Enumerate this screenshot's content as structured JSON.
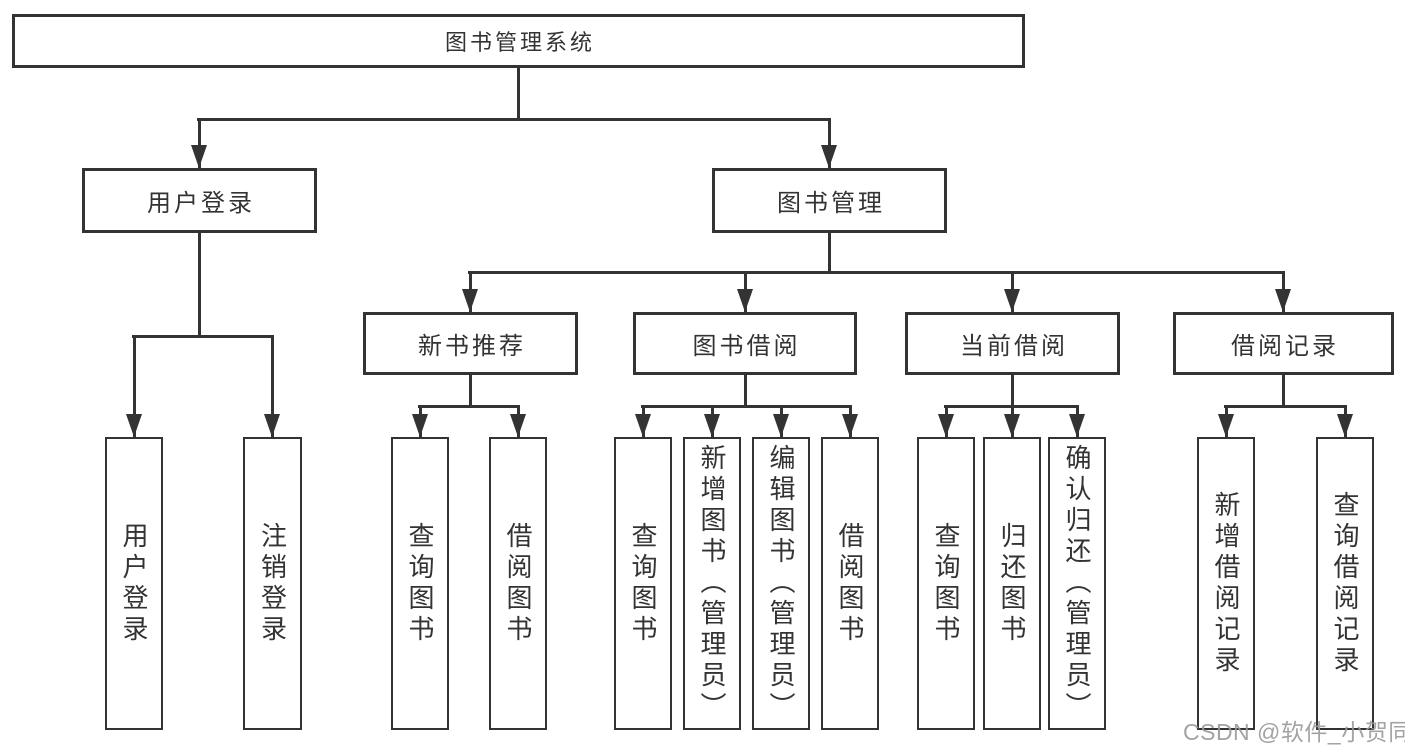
{
  "diagram": {
    "type": "tree",
    "title": "图书管理系统",
    "colors": {
      "line": "#333333",
      "text": "#333333",
      "box_bg": "#ffffff",
      "background": "#ffffff",
      "watermark": "#9a9a9a"
    },
    "root": {
      "label": "图书管理系统"
    },
    "branches": [
      {
        "label": "用户登录",
        "children": [
          {
            "label": "用户登录"
          },
          {
            "label": "注销登录"
          }
        ]
      },
      {
        "label": "图书管理",
        "children": [
          {
            "label": "新书推荐",
            "children": [
              {
                "label": "查询图书"
              },
              {
                "label": "借阅图书"
              }
            ]
          },
          {
            "label": "图书借阅",
            "children": [
              {
                "label": "查询图书"
              },
              {
                "label": "新增图书（管理员）"
              },
              {
                "label": "编辑图书（管理员）"
              },
              {
                "label": "借阅图书"
              }
            ]
          },
          {
            "label": "当前借阅",
            "children": [
              {
                "label": "查询图书"
              },
              {
                "label": "归还图书"
              },
              {
                "label": "确认归还（管理员）"
              }
            ]
          },
          {
            "label": "借阅记录",
            "children": [
              {
                "label": "新增借阅记录"
              },
              {
                "label": "查询借阅记录"
              }
            ]
          }
        ]
      }
    ]
  },
  "watermark": {
    "text": "CSDN @软件_小贺同学"
  }
}
